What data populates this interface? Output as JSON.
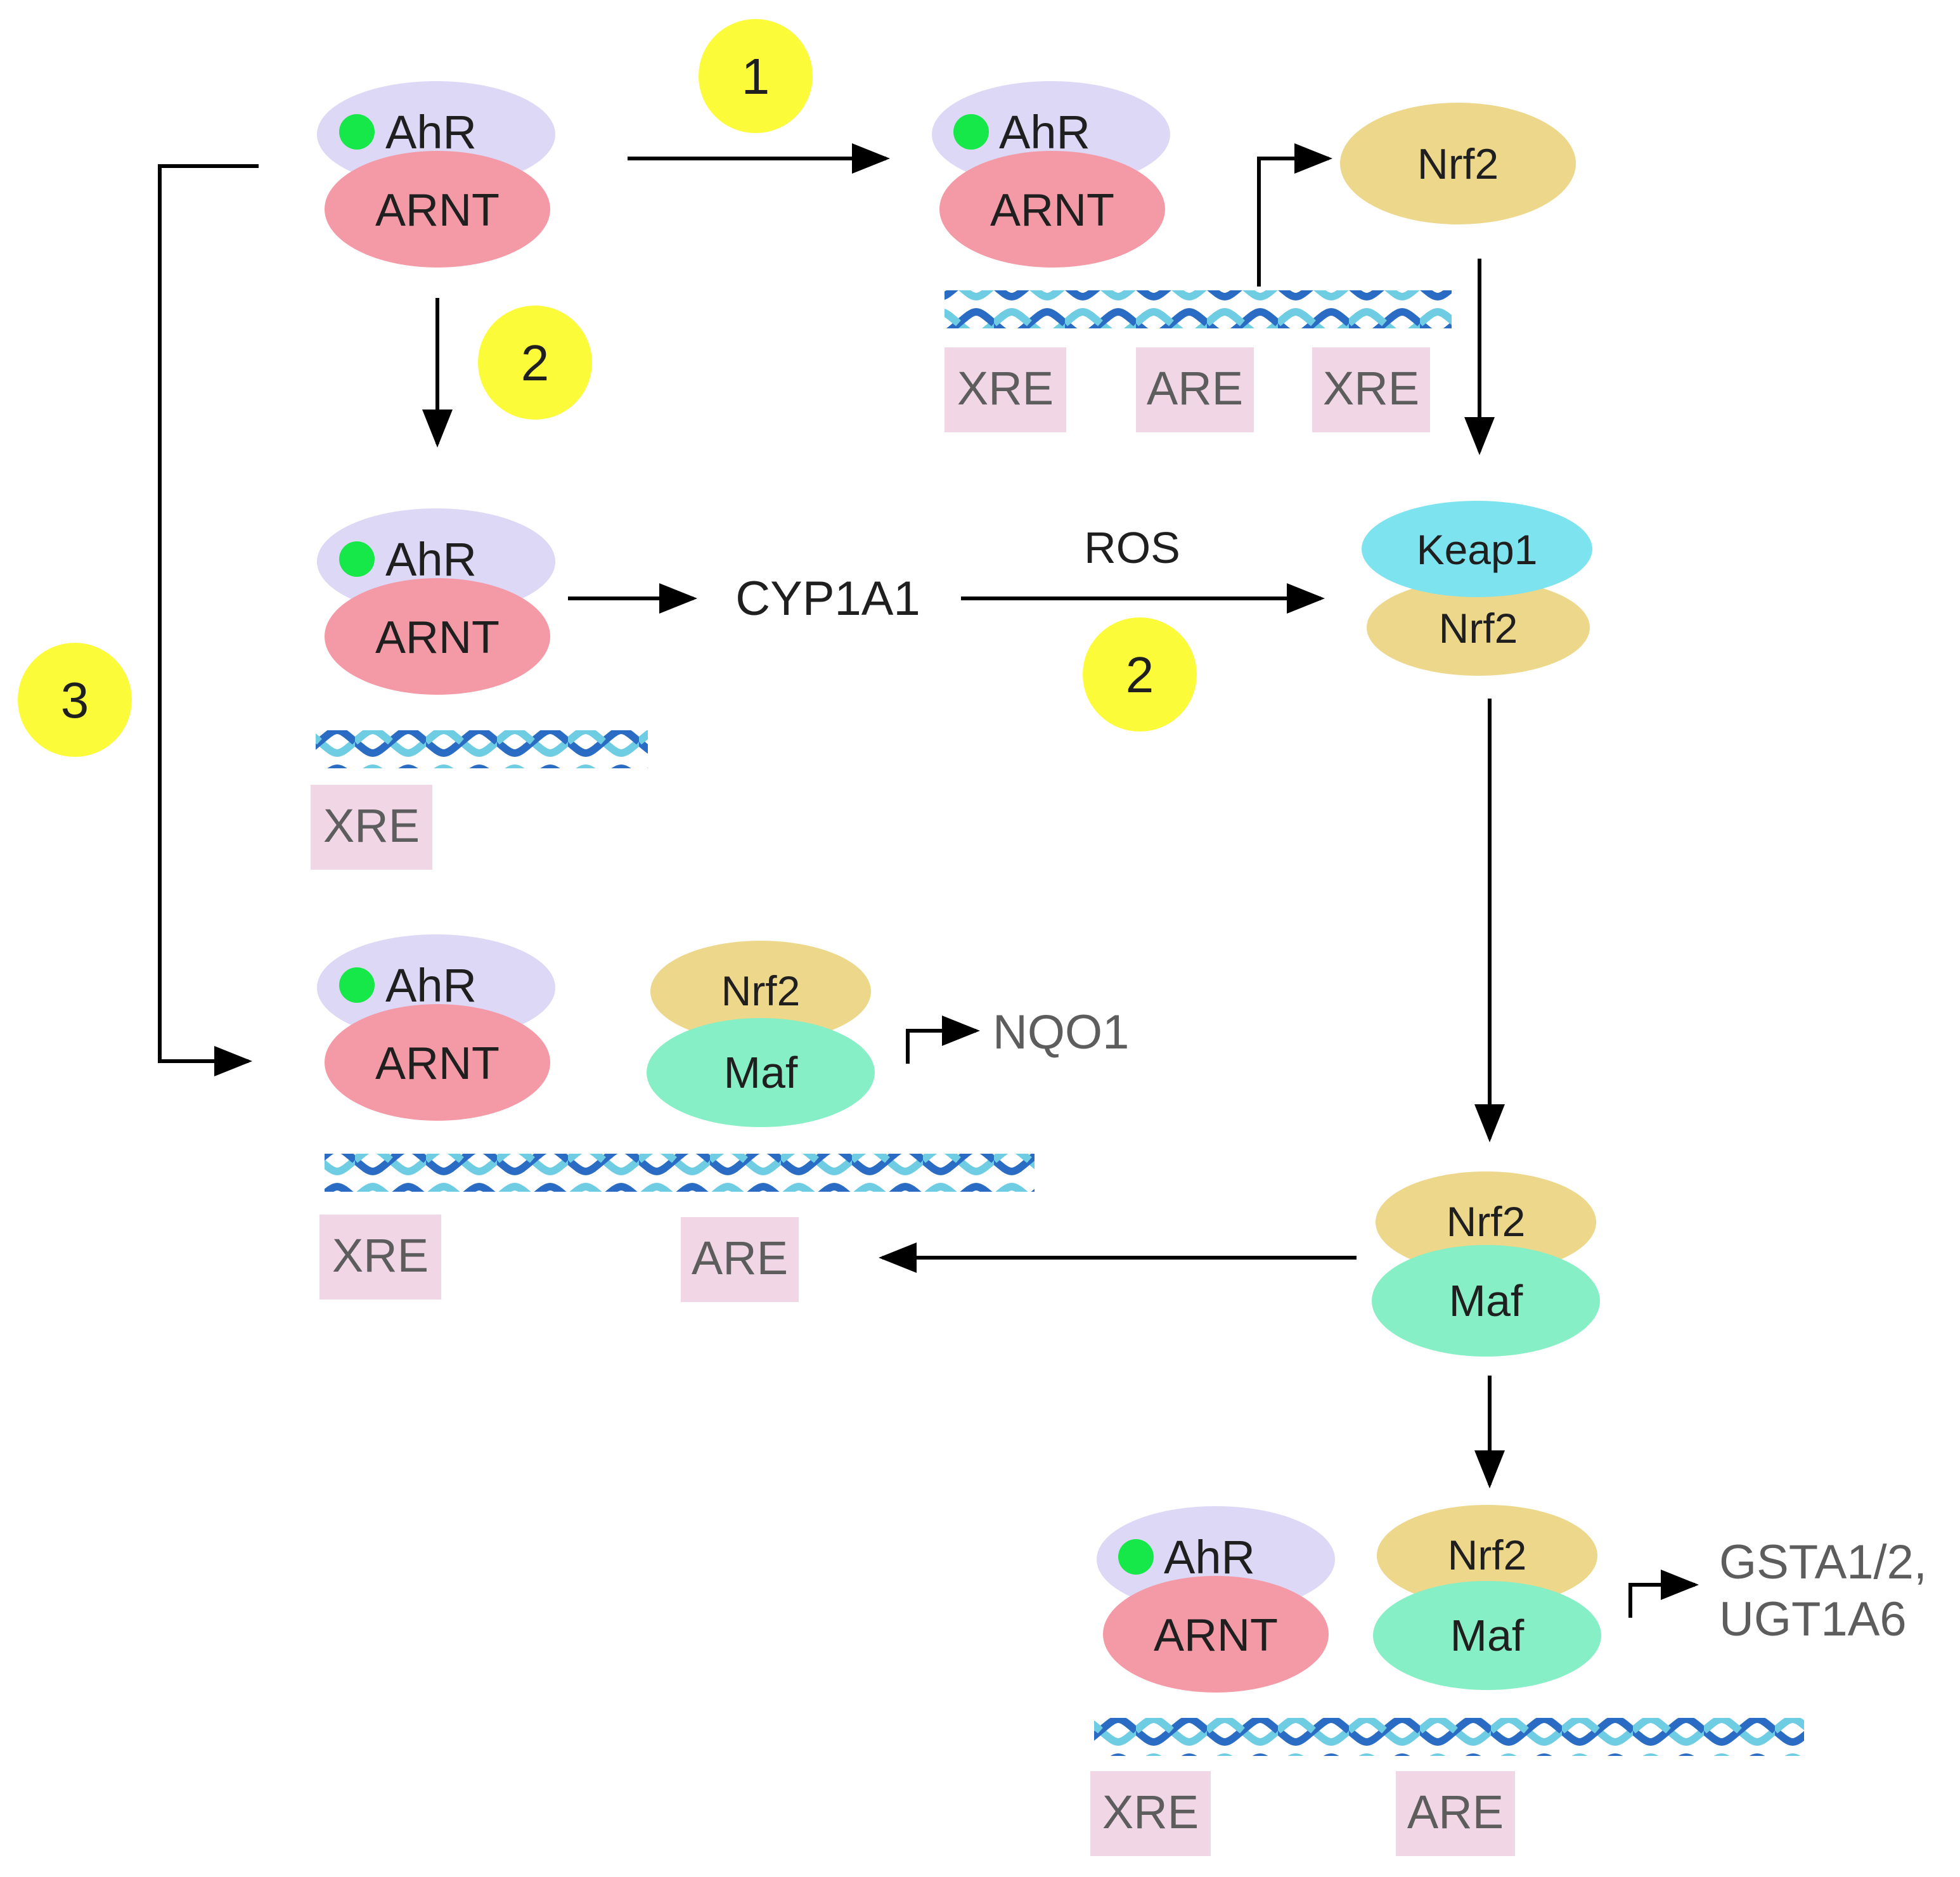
{
  "colors": {
    "ahr": "#dcd8f5",
    "arnt": "#f49aa6",
    "nrf2": "#ecd78a",
    "keap1": "#7de3ef",
    "maf": "#86efc5",
    "ligand": "#17e84a",
    "element_box": "#f1d7e6",
    "step_marker": "#fbfb3a",
    "dna_dark": "#2a6bc4",
    "dna_light": "#6ecde3"
  },
  "steps": [
    "1",
    "2",
    "2",
    "3"
  ],
  "proteins": {
    "ahr": "AhR",
    "arnt": "ARNT",
    "nrf2": "Nrf2",
    "keap1": "Keap1",
    "maf": "Maf"
  },
  "elements": {
    "xre": "XRE",
    "are": "ARE"
  },
  "labels": {
    "cyp1a1": "CYP1A1",
    "ros": "ROS",
    "nqo1": "NQO1",
    "gsta_line1": "GSTA1/2,",
    "gsta_line2": "UGT1A6"
  }
}
